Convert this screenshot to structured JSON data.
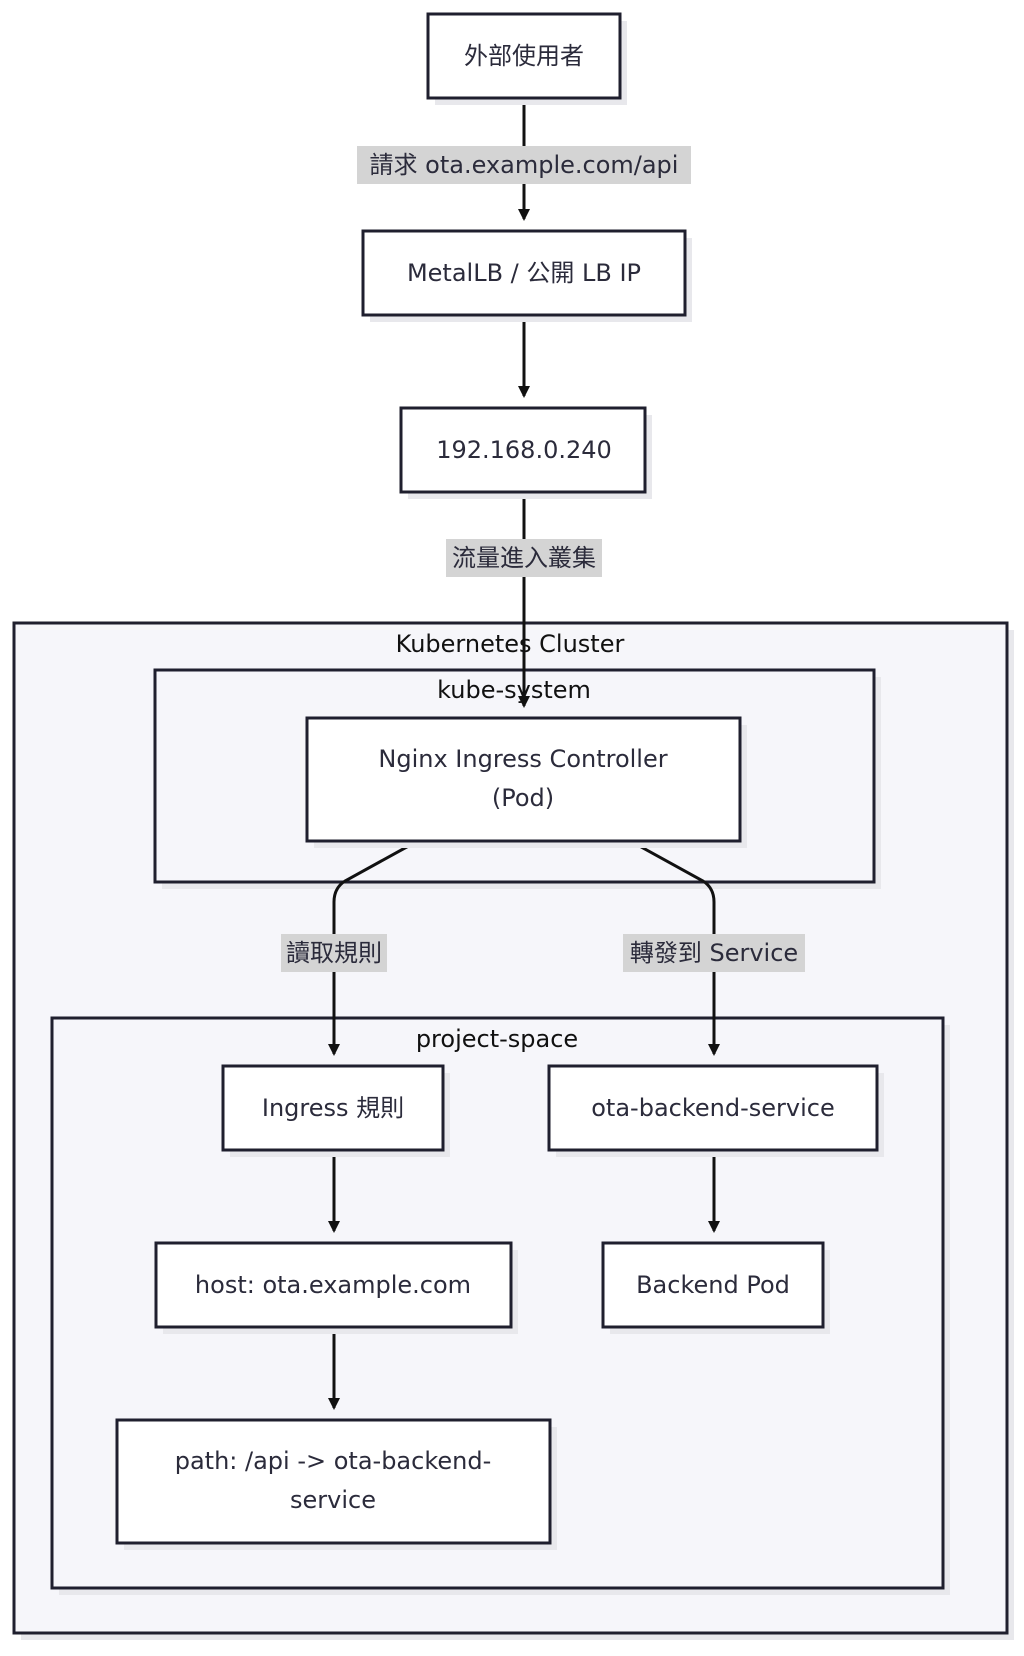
{
  "nodes": {
    "external_user": "外部使用者",
    "metallb": "MetalLB / 公開 LB IP",
    "lb_ip": "192.168.0.240",
    "nginx_line1": "Nginx Ingress Controller",
    "nginx_line2": "(Pod)",
    "ingress_rule": "Ingress 規則",
    "ota_service": "ota-backend-service",
    "host": "host: ota.example.com",
    "backend_pod": "Backend Pod",
    "path_line1": "path: /api -> ota-backend-",
    "path_line2": "service"
  },
  "edges": {
    "request": "請求 ota.example.com/api",
    "traffic": "流量進入叢集",
    "read_rules": "讀取規則",
    "forward": "轉發到 Service"
  },
  "clusters": {
    "kubernetes": "Kubernetes Cluster",
    "kube_system": "kube-system",
    "project_space": "project-space"
  },
  "colors": {
    "node_fill": "#ffffff",
    "node_stroke": "#1f1f2e",
    "cluster_fill": "#f6f6fa",
    "edge_label_bg": "#d4d4d4",
    "shadow": "#e8e8ec"
  }
}
